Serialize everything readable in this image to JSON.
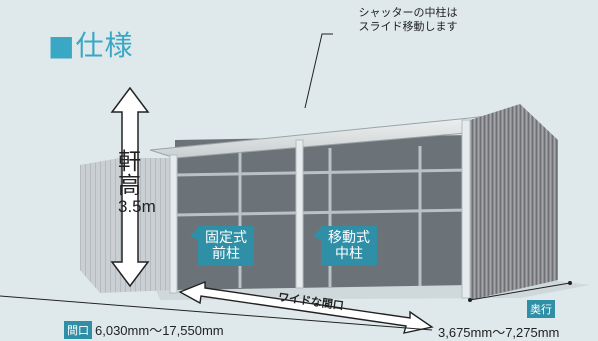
{
  "heading": "■仕様",
  "callout": {
    "line1": "シャッターの中柱は",
    "line2": "スライド移動します"
  },
  "height": {
    "label_1": "軒",
    "label_2": "高",
    "value": "3.5m"
  },
  "tags": {
    "fixed_line1": "固定式",
    "fixed_line2": "前柱",
    "movable_line1": "移動式",
    "movable_line2": "中柱"
  },
  "wide_label": "ワイドな間口",
  "frontage": {
    "badge": "間口",
    "value": "6,030mm〜17,550mm"
  },
  "depth": {
    "badge": "奥行",
    "value": "3,675mm〜7,275mm"
  },
  "colors": {
    "accent": "#3aa7c4",
    "tag": "#2f8fa6",
    "shed_panel": "#8d8f92"
  }
}
